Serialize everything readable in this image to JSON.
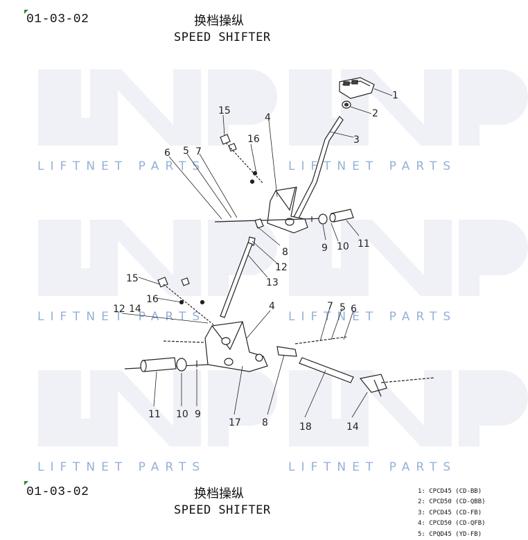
{
  "header": {
    "code": "01-03-02",
    "title_cn": "换档操纵",
    "title_en": "SPEED SHIFTER"
  },
  "footer": {
    "code": "01-03-02",
    "title_cn": "换档操纵",
    "title_en": "SPEED SHIFTER"
  },
  "watermark": {
    "logo": "LNP",
    "text": "LIFTNET PARTS",
    "color": "#3d6fb5"
  },
  "callouts": {
    "c1": "1",
    "c2": "2",
    "c3": "3",
    "c4a": "4",
    "c15a": "15",
    "c16a": "16",
    "c6a": "6",
    "c5a": "5",
    "c7a": "7",
    "c8a": "8",
    "c9a": "9",
    "c10a": "10",
    "c11a": "11",
    "c12a": "12",
    "c13": "13",
    "c15b": "15",
    "c16b": "16",
    "c12b": "12",
    "c14a": "14",
    "c4b": "4",
    "c7b": "7",
    "c5b": "5",
    "c6b": "6",
    "c11b": "11",
    "c10b": "10",
    "c9b": "9",
    "c17": "17",
    "c8b": "8",
    "c18": "18",
    "c14b": "14"
  },
  "models": [
    "1: CPCD45 (CD-BB)",
    "2: CPCD50 (CD-QBB)",
    "3: CPCD45 (CD-FB)",
    "4: CPCD50 (CD-QFB)",
    "5: CPQD45 (YD-FB)"
  ]
}
